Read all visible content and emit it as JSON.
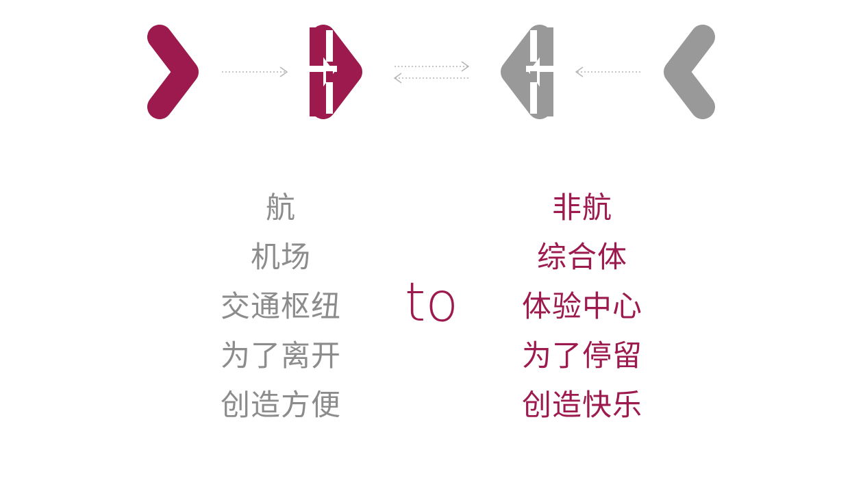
{
  "colors": {
    "accent": "#9c1a4e",
    "neutral": "#999999",
    "arrow": "#b3b3b3"
  },
  "symbols": [
    {
      "name": "chevron-right-icon",
      "color": "#9c1a4e"
    },
    {
      "name": "arrow-enter-icon",
      "color": "#9c1a4e"
    },
    {
      "name": "arrow-exit-icon",
      "color": "#999999"
    },
    {
      "name": "chevron-left-icon",
      "color": "#999999"
    }
  ],
  "left_list": [
    "航",
    "机场",
    "交通枢纽",
    "为了离开",
    "创造方便"
  ],
  "connector": "to",
  "right_list": [
    "非航",
    "综合体",
    "体验中心",
    "为了停留",
    "创造快乐"
  ]
}
